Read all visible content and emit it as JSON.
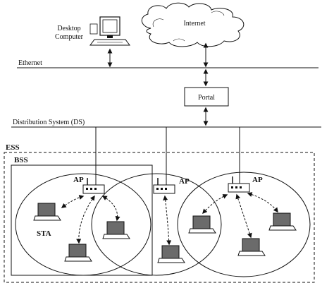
{
  "labels": {
    "desktop_line1": "Desktop",
    "desktop_line2": "Computer",
    "internet": "Internet",
    "ethernet": "Ethernet",
    "portal": "Portal",
    "ds": "Distribution System (DS)",
    "ess": "ESS",
    "bss": "BSS",
    "ap_left": "AP",
    "ap_mid": "AP",
    "ap_right": "AP",
    "sta": "STA"
  },
  "icons": {
    "cloud": "cloud-icon",
    "desktop": "desktop-computer-icon",
    "access_point": "access-point-icon",
    "laptop": "laptop-icon"
  },
  "colors": {
    "line": "#111111",
    "screen": "#6b6b6b",
    "background": "#ffffff"
  }
}
